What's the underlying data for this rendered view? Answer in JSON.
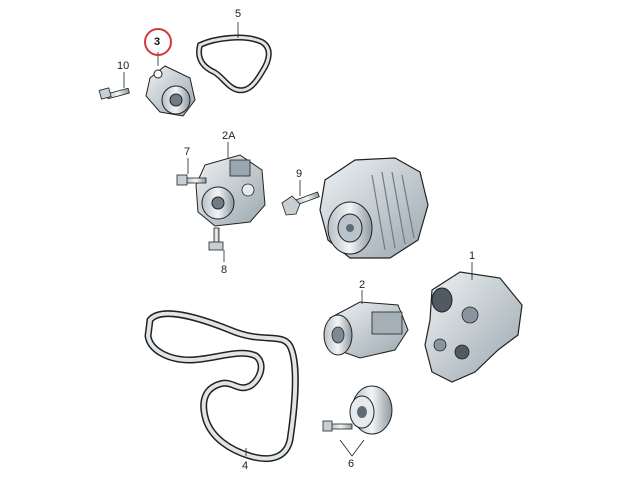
{
  "diagram": {
    "highlight_color": "#d23a3a",
    "part_fill": "#cfd6db",
    "part_dark": "#7c8a94",
    "line_color": "#222222",
    "callouts": [
      {
        "id": "1",
        "text": "1"
      },
      {
        "id": "2",
        "text": "2"
      },
      {
        "id": "2A",
        "text": "2A"
      },
      {
        "id": "3",
        "text": "3",
        "highlighted": true
      },
      {
        "id": "4",
        "text": "4"
      },
      {
        "id": "5",
        "text": "5"
      },
      {
        "id": "6",
        "text": "6"
      },
      {
        "id": "7",
        "text": "7"
      },
      {
        "id": "8",
        "text": "8"
      },
      {
        "id": "9",
        "text": "9"
      },
      {
        "id": "10",
        "text": "10"
      }
    ]
  }
}
